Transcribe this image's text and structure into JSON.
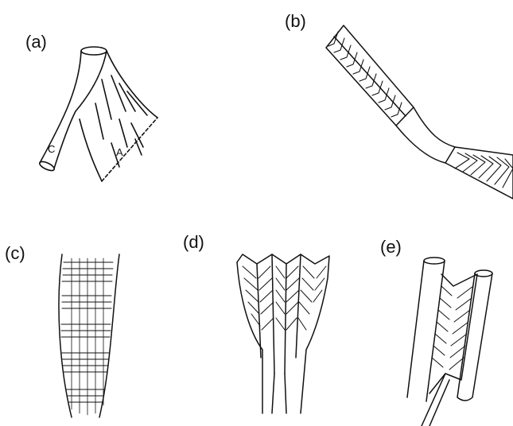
{
  "panels": {
    "a": {
      "label": "(a)",
      "marks": {
        "c": "C",
        "a": "A"
      }
    },
    "b": {
      "label": "(b)"
    },
    "c": {
      "label": "(c)"
    },
    "d": {
      "label": "(d)"
    },
    "e": {
      "label": "(e)"
    }
  },
  "colors": {
    "ink": "#111111",
    "paper": "#ffffff"
  }
}
